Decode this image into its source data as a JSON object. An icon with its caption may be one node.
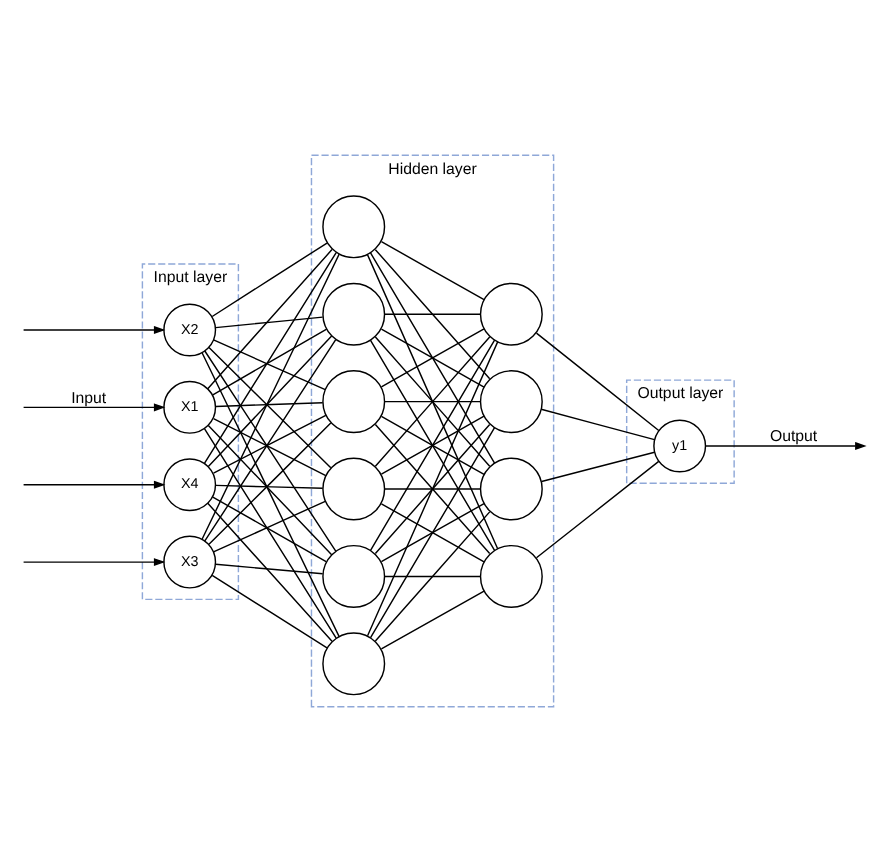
{
  "diagram": {
    "nodes": [
      {
        "text": [
          "Input layer"
        ]
      },
      {
        "text": [
          "Hidden layer"
        ]
      },
      {
        "text": [
          "Output layer"
        ]
      },
      {
        "text": [
          "X1"
        ],
        "in": 0
      },
      {
        "text": [
          "X2"
        ],
        "in": 0
      },
      {
        "text": [
          "X3"
        ],
        "in": 0
      },
      {
        "text": [
          "X4"
        ],
        "in": 0
      },
      {
        "text": [],
        "shape": "circle",
        "in": 1
      },
      {
        "text": [],
        "shape": "circle",
        "in": 1
      },
      {
        "text": [],
        "shape": "circle",
        "in": 1
      },
      {
        "text": [],
        "shape": "circle",
        "in": 1
      },
      {
        "text": [],
        "shape": "circle",
        "in": 1
      },
      {
        "text": [],
        "shape": "circle",
        "in": 1
      },
      {
        "text": [],
        "shape": "circle",
        "in": 1
      },
      {
        "text": [],
        "shape": "circle",
        "in": 1
      },
      {
        "text": [],
        "shape": "circle",
        "in": 1
      },
      {
        "text": [],
        "shape": "circle",
        "in": 1
      },
      {
        "text": [
          "y1"
        ],
        "in": 2
      }
    ],
    "edges": [
      {
        "from": null,
        "to": 3,
        "arrow": "to",
        "label": "Input"
      },
      {
        "from": null,
        "to": 4,
        "arrow": "to"
      },
      {
        "from": null,
        "to": 5,
        "arrow": "to"
      },
      {
        "from": null,
        "to": 6,
        "arrow": "to"
      },
      {
        "from": 3,
        "to": 7,
        "arrow": "none"
      },
      {
        "from": 3,
        "to": 8,
        "arrow": "none"
      },
      {
        "from": 3,
        "to": 9,
        "arrow": "none"
      },
      {
        "from": 3,
        "to": 10,
        "arrow": "none"
      },
      {
        "from": 3,
        "to": 11,
        "arrow": "none"
      },
      {
        "from": 3,
        "to": 12,
        "arrow": "none"
      },
      {
        "from": 4,
        "to": 7,
        "arrow": "none"
      },
      {
        "from": 4,
        "to": 8,
        "arrow": "none"
      },
      {
        "from": 4,
        "to": 9,
        "arrow": "none"
      },
      {
        "from": 4,
        "to": 10,
        "arrow": "none"
      },
      {
        "from": 4,
        "to": 11,
        "arrow": "none"
      },
      {
        "from": 4,
        "to": 12,
        "arrow": "none"
      },
      {
        "from": 5,
        "to": 7,
        "arrow": "none"
      },
      {
        "from": 5,
        "to": 8,
        "arrow": "none"
      },
      {
        "from": 5,
        "to": 9,
        "arrow": "none"
      },
      {
        "from": 5,
        "to": 10,
        "arrow": "none"
      },
      {
        "from": 5,
        "to": 11,
        "arrow": "none"
      },
      {
        "from": 5,
        "to": 12,
        "arrow": "none"
      },
      {
        "from": 6,
        "to": 7,
        "arrow": "none"
      },
      {
        "from": 6,
        "to": 8,
        "arrow": "none"
      },
      {
        "from": 6,
        "to": 9,
        "arrow": "none"
      },
      {
        "from": 6,
        "to": 10,
        "arrow": "none"
      },
      {
        "from": 6,
        "to": 11,
        "arrow": "none"
      },
      {
        "from": 6,
        "to": 12,
        "arrow": "none"
      },
      {
        "from": 7,
        "to": 13,
        "arrow": "none"
      },
      {
        "from": 7,
        "to": 14,
        "arrow": "none"
      },
      {
        "from": 7,
        "to": 15,
        "arrow": "none"
      },
      {
        "from": 7,
        "to": 16,
        "arrow": "none"
      },
      {
        "from": 8,
        "to": 13,
        "arrow": "none"
      },
      {
        "from": 8,
        "to": 14,
        "arrow": "none"
      },
      {
        "from": 8,
        "to": 15,
        "arrow": "none"
      },
      {
        "from": 8,
        "to": 16,
        "arrow": "none"
      },
      {
        "from": 9,
        "to": 13,
        "arrow": "none"
      },
      {
        "from": 9,
        "to": 14,
        "arrow": "none"
      },
      {
        "from": 9,
        "to": 15,
        "arrow": "none"
      },
      {
        "from": 9,
        "to": 16,
        "arrow": "none"
      },
      {
        "from": 10,
        "to": 13,
        "arrow": "none"
      },
      {
        "from": 10,
        "to": 14,
        "arrow": "none"
      },
      {
        "from": 10,
        "to": 15,
        "arrow": "none"
      },
      {
        "from": 10,
        "to": 16,
        "arrow": "none"
      },
      {
        "from": 11,
        "to": 13,
        "arrow": "none"
      },
      {
        "from": 11,
        "to": 14,
        "arrow": "none"
      },
      {
        "from": 11,
        "to": 15,
        "arrow": "none"
      },
      {
        "from": 11,
        "to": 16,
        "arrow": "none"
      },
      {
        "from": 12,
        "to": 13,
        "arrow": "none"
      },
      {
        "from": 12,
        "to": 14,
        "arrow": "none"
      },
      {
        "from": 12,
        "to": 15,
        "arrow": "none"
      },
      {
        "from": 12,
        "to": 16,
        "arrow": "none"
      },
      {
        "from": 13,
        "to": 17,
        "arrow": "none"
      },
      {
        "from": 14,
        "to": 17,
        "arrow": "none"
      },
      {
        "from": 15,
        "to": 17,
        "arrow": "none"
      },
      {
        "from": 16,
        "to": 17,
        "arrow": "none"
      },
      {
        "from": 17,
        "to": null,
        "arrow": "to",
        "label": "Output"
      }
    ]
  }
}
